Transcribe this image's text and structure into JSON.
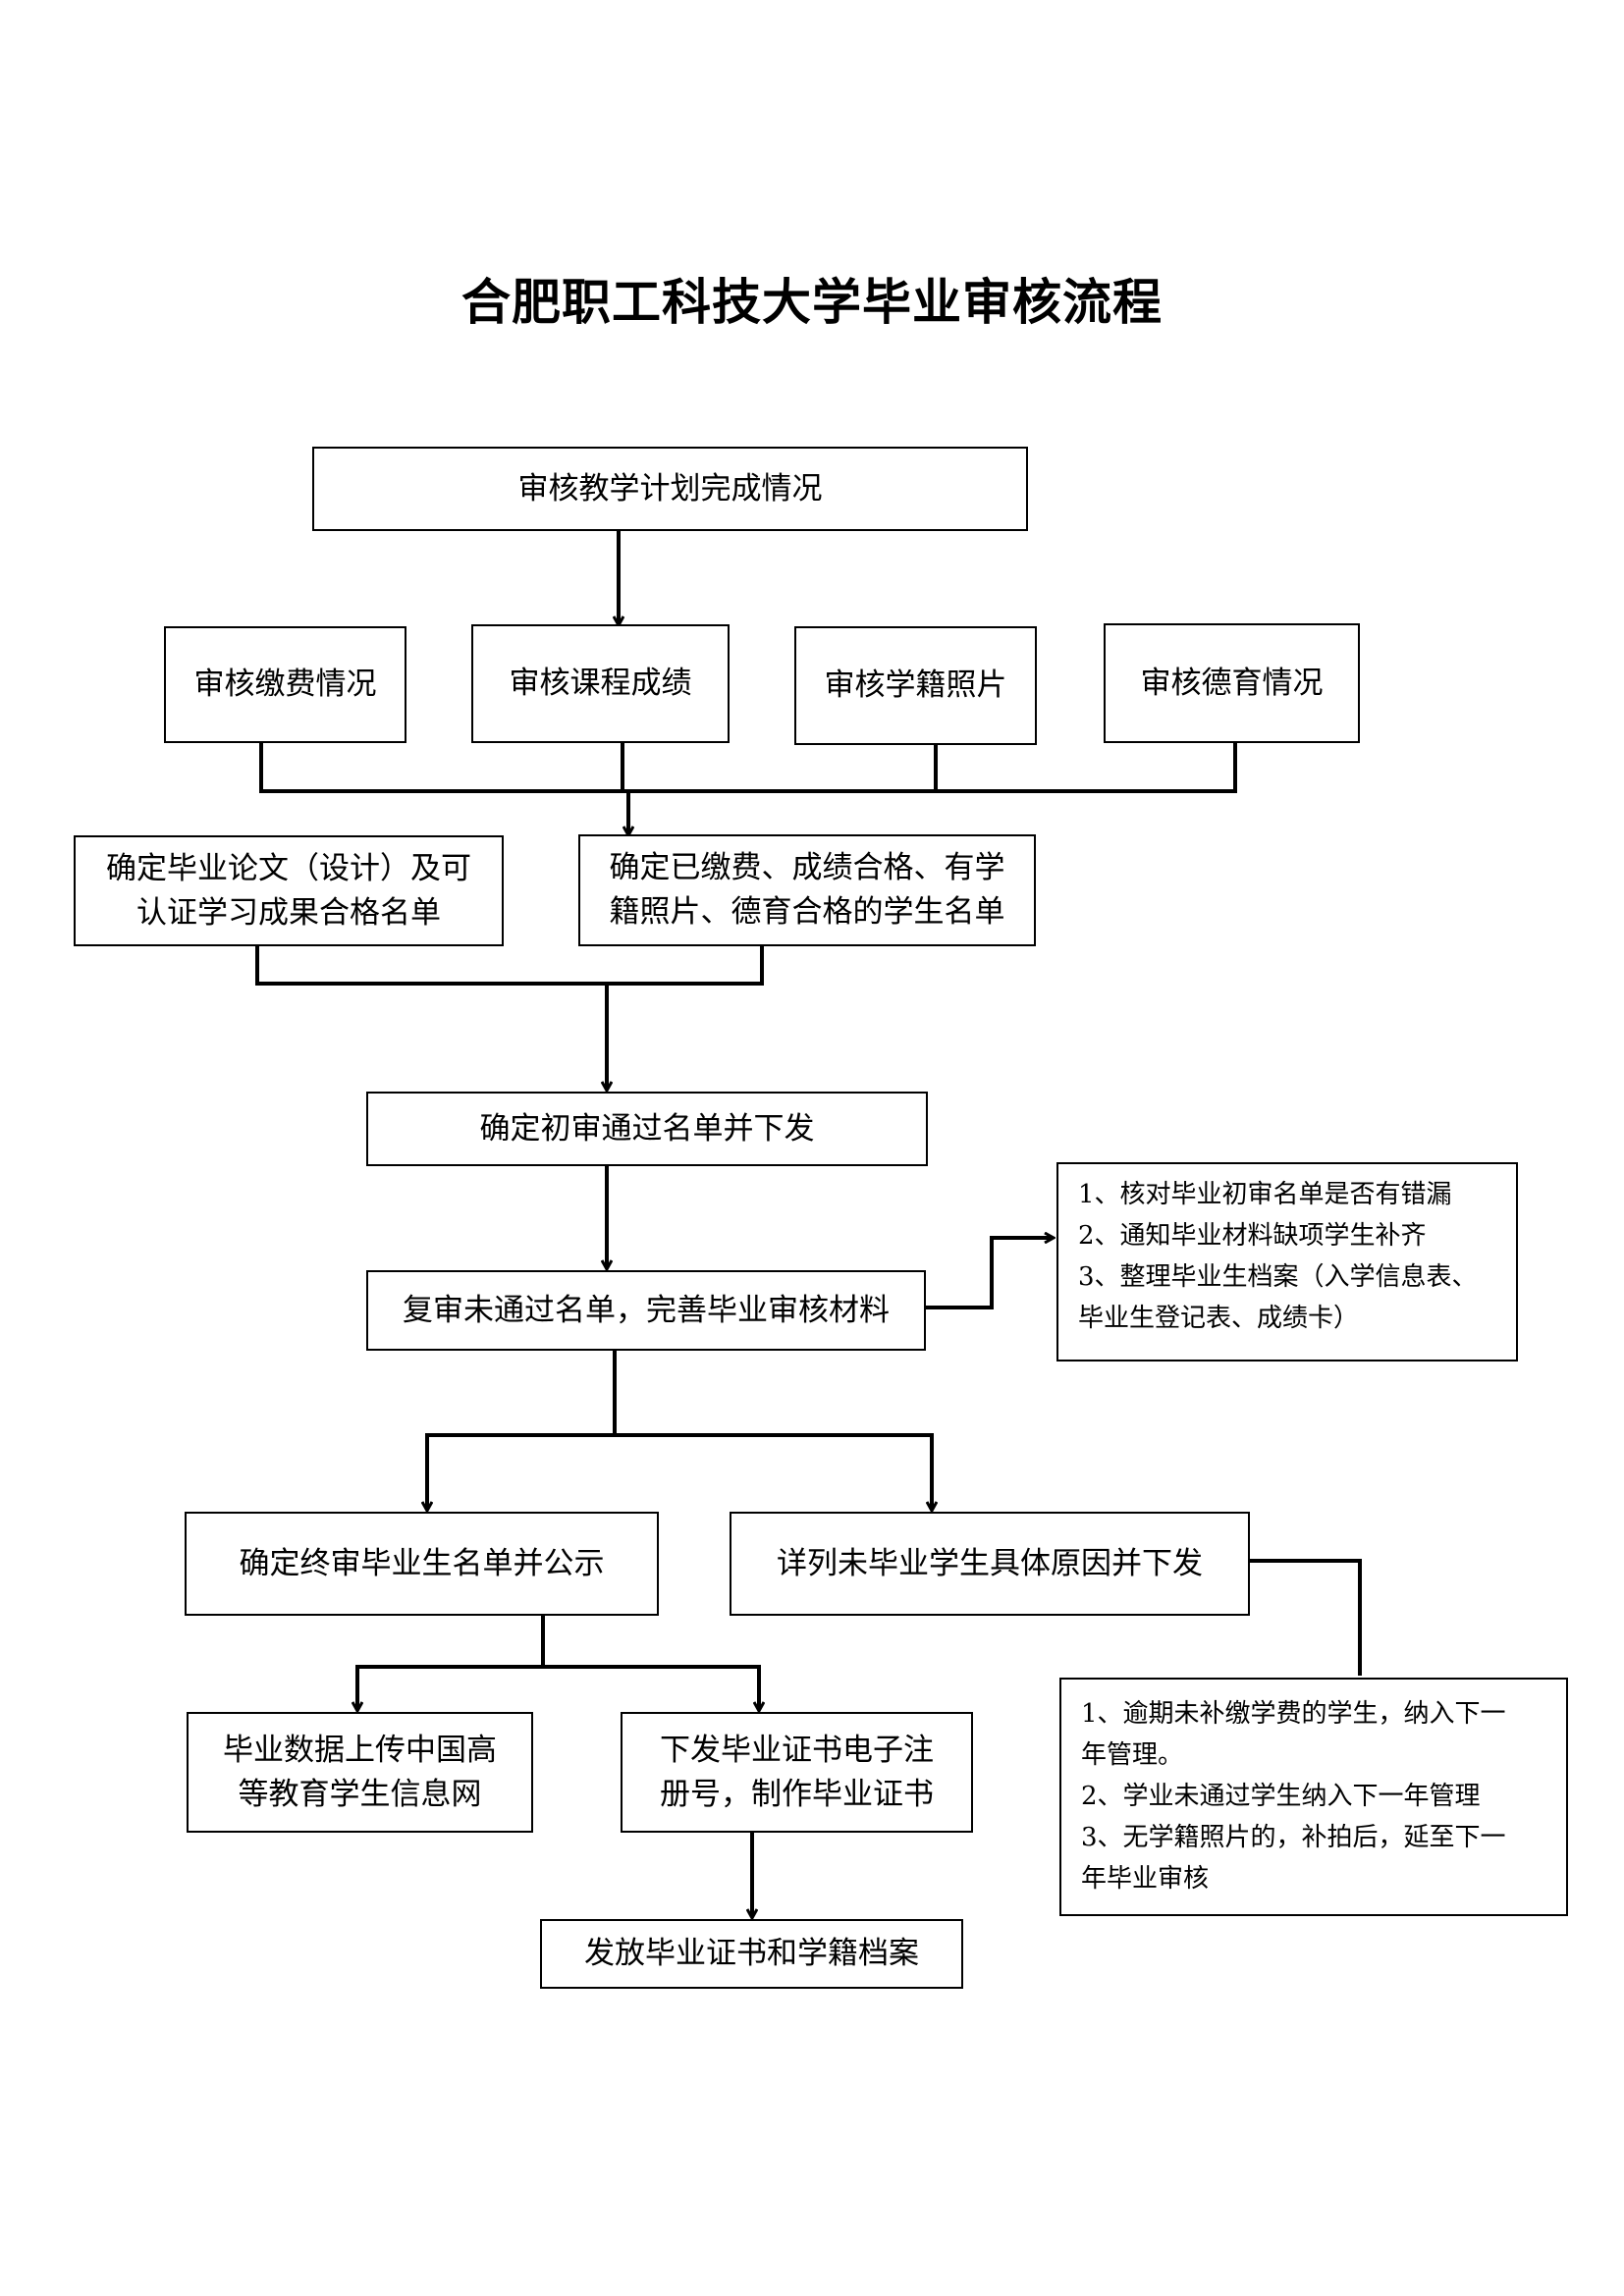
{
  "title": "合肥职工科技大学毕业审核流程",
  "steps": {
    "plan": "审核教学计划完成情况",
    "fees": "审核缴费情况",
    "grades": "审核课程成绩",
    "photo": "审核学籍照片",
    "moral": "审核德育情况",
    "thesis_l1": "确定毕业论文（设计）及可",
    "thesis_l2": "认证学习成果合格名单",
    "qualified_l1": "确定已缴费、成绩合格、有学",
    "qualified_l2": "籍照片、德育合格的学生名单",
    "preliminary": "确定初审通过名单并下发",
    "review": "复审未通过名单，完善毕业审核材料",
    "final": "确定终审毕业生名单并公示",
    "reasons": "详列未毕业学生具体原因并下发",
    "upload_l1": "毕业数据上传中国高",
    "upload_l2": "等教育学生信息网",
    "cert_l1": "下发毕业证书电子注",
    "cert_l2": "册号，制作毕业证书",
    "issue": "发放毕业证书和学籍档案"
  },
  "notes": {
    "review_tasks": [
      "1、核对毕业初审名单是否有错漏",
      "2、通知毕业材料缺项学生补齐",
      "3、整理毕业生档案（入学信息表、",
      "毕业生登记表、成绩卡）"
    ],
    "ungraduated": [
      "1、逾期未补缴学费的学生，纳入下一",
      "年管理。",
      "2、学业未通过学生纳入下一年管理",
      "3、无学籍照片的，补拍后，延至下一",
      "年毕业审核"
    ]
  }
}
